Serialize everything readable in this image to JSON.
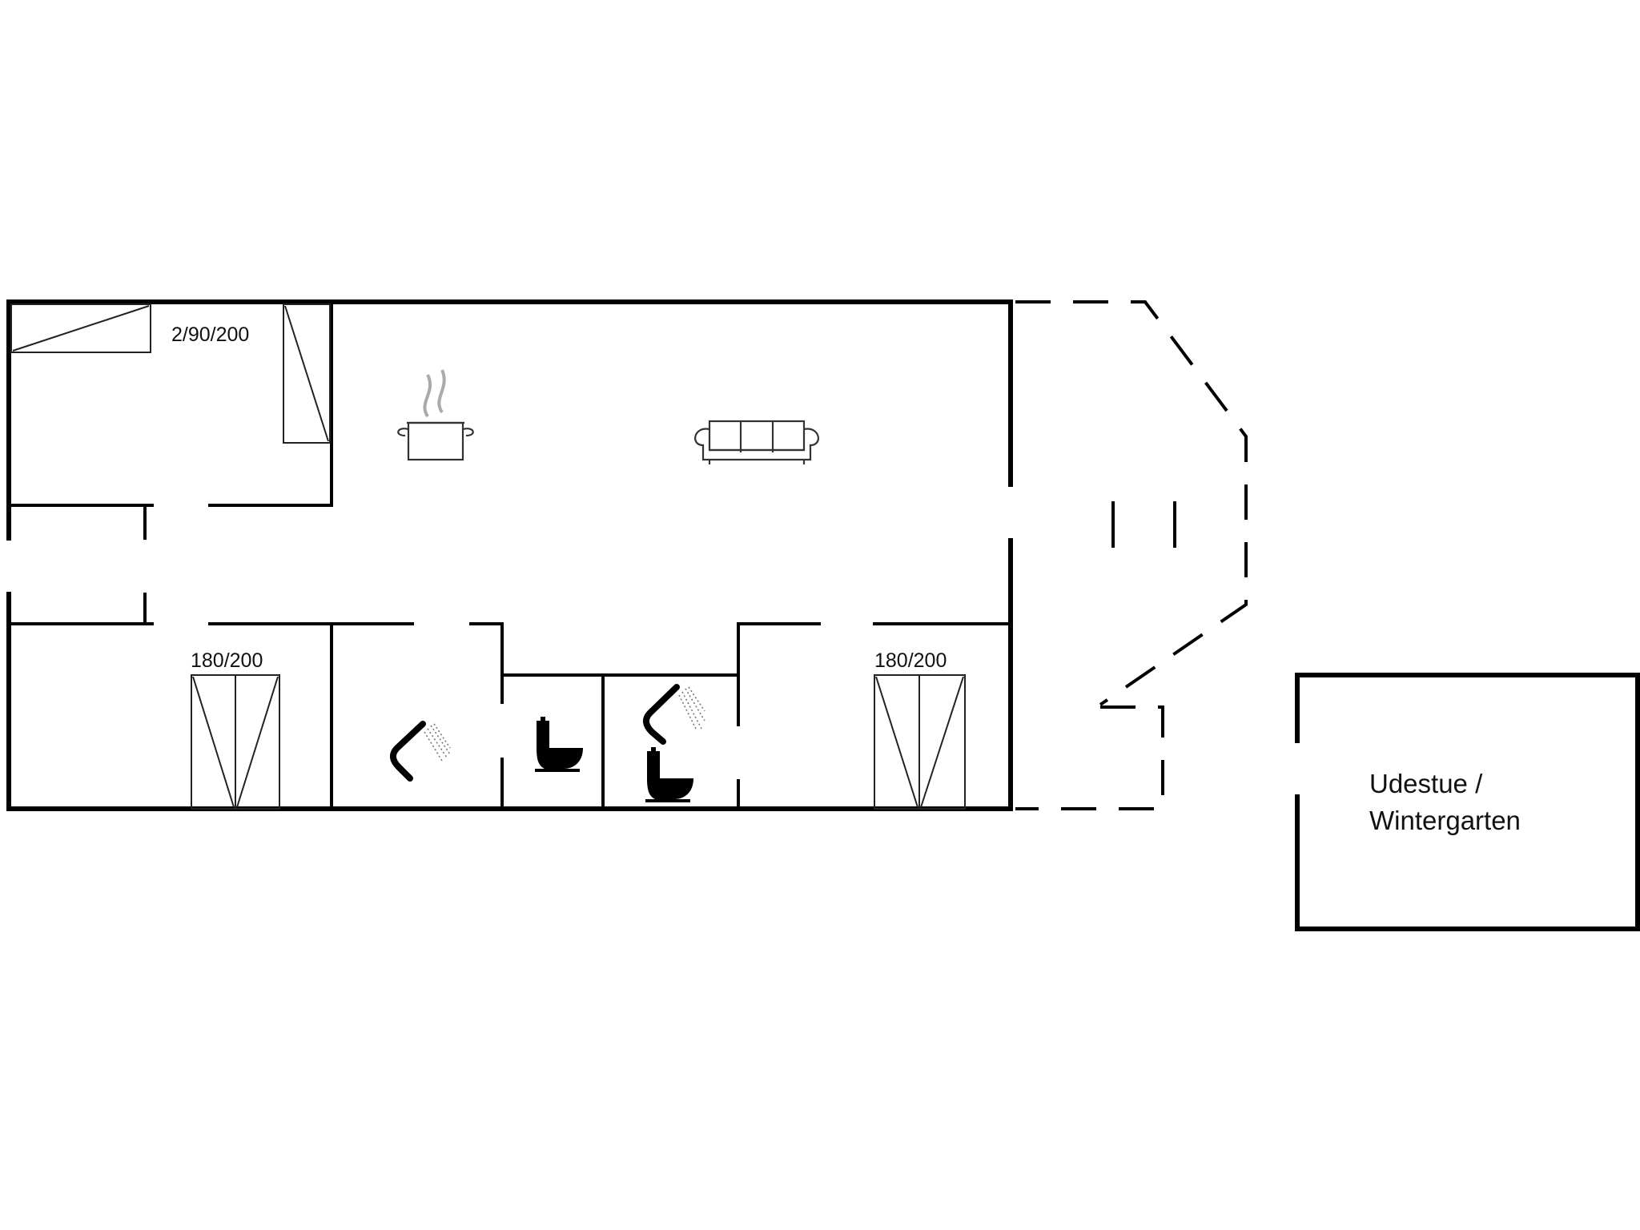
{
  "plan": {
    "rooms": {
      "bedroom_1": {
        "bed_label": "2/90/200"
      },
      "bedroom_2": {
        "bed_label": "180/200"
      },
      "bedroom_3": {
        "bed_label": "180/200"
      },
      "conservatory": {
        "line1": "Udestue /",
        "line2": "Wintergarten"
      }
    },
    "icons": [
      "cooking-pot-icon",
      "sofa-icon",
      "shower-icon",
      "toilet-icon",
      "shower-icon",
      "toilet-icon"
    ],
    "colors": {
      "wall": "#000000",
      "background": "#ffffff",
      "furniture": "#333333"
    }
  }
}
